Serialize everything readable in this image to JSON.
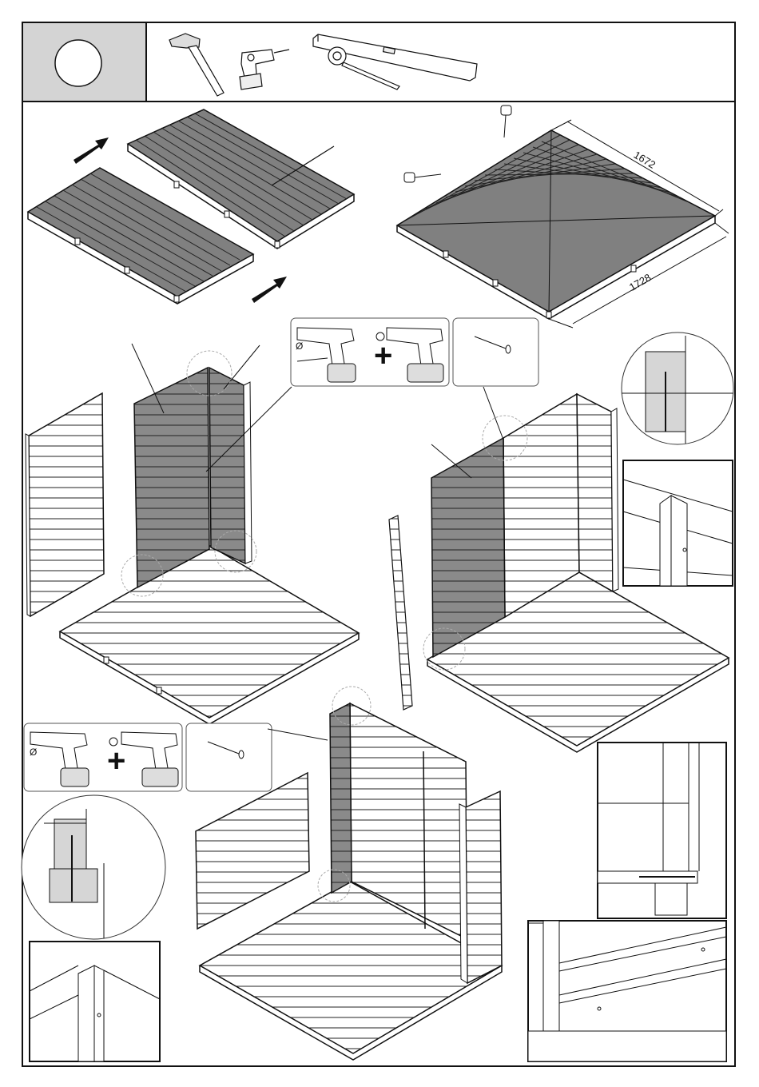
{
  "page": {
    "step_marker_icon": "circle-step-number-blank",
    "header_tools": [
      "hammer-icon",
      "cordless-drill-icon",
      "spirit-level-and-tape-measure-icon"
    ]
  },
  "floor": {
    "dim_width": "1672",
    "dim_depth": "1728"
  },
  "fastening": {
    "drill_bit_symbol": "Ø",
    "plus_sign": "+",
    "screwdriver_bit_icon": "phillips-bit-icon",
    "screw_icon": "wood-screw-icon"
  },
  "colors": {
    "panel_gray": "#808080",
    "header_gray": "#d4d4d4",
    "line": "#111111"
  }
}
